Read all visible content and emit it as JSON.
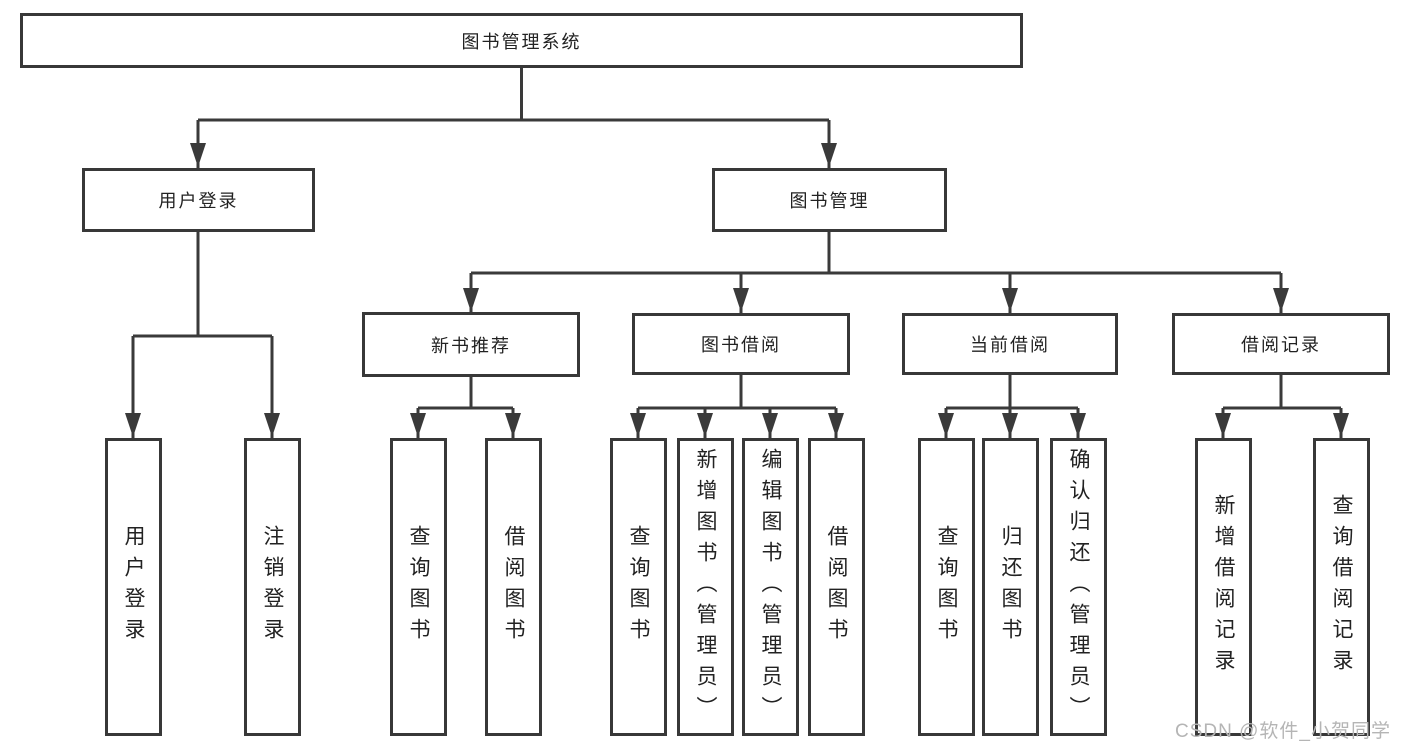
{
  "diagram": {
    "root": "图书管理系统",
    "branches": {
      "user_login": "用户登录",
      "book_management": "图书管理"
    },
    "modules": {
      "new_book_recommend": "新书推荐",
      "book_borrow": "图书借阅",
      "current_borrow": "当前借阅",
      "borrow_records": "借阅记录"
    },
    "leaves": {
      "user_login": "用户登录",
      "logout": "注销登录",
      "rec_query_book": "查询图书",
      "rec_borrow_book": "借阅图书",
      "bb_query_book": "查询图书",
      "bb_add_book": "新增图书（管理员）",
      "bb_edit_book": "编辑图书（管理员）",
      "bb_borrow_book": "借阅图书",
      "cb_query_book": "查询图书",
      "cb_return_book": "归还图书",
      "cb_confirm_return": "确认归还（管理员）",
      "br_add_record": "新增借阅记录",
      "br_query_record": "查询借阅记录"
    }
  },
  "watermark": "CSDN @软件_小贺同学",
  "colors": {
    "line": "#3a3a3a",
    "box_border": "#383838",
    "box_background": "#ffffff",
    "text": "#222222",
    "watermark": "#b5b5b5"
  }
}
